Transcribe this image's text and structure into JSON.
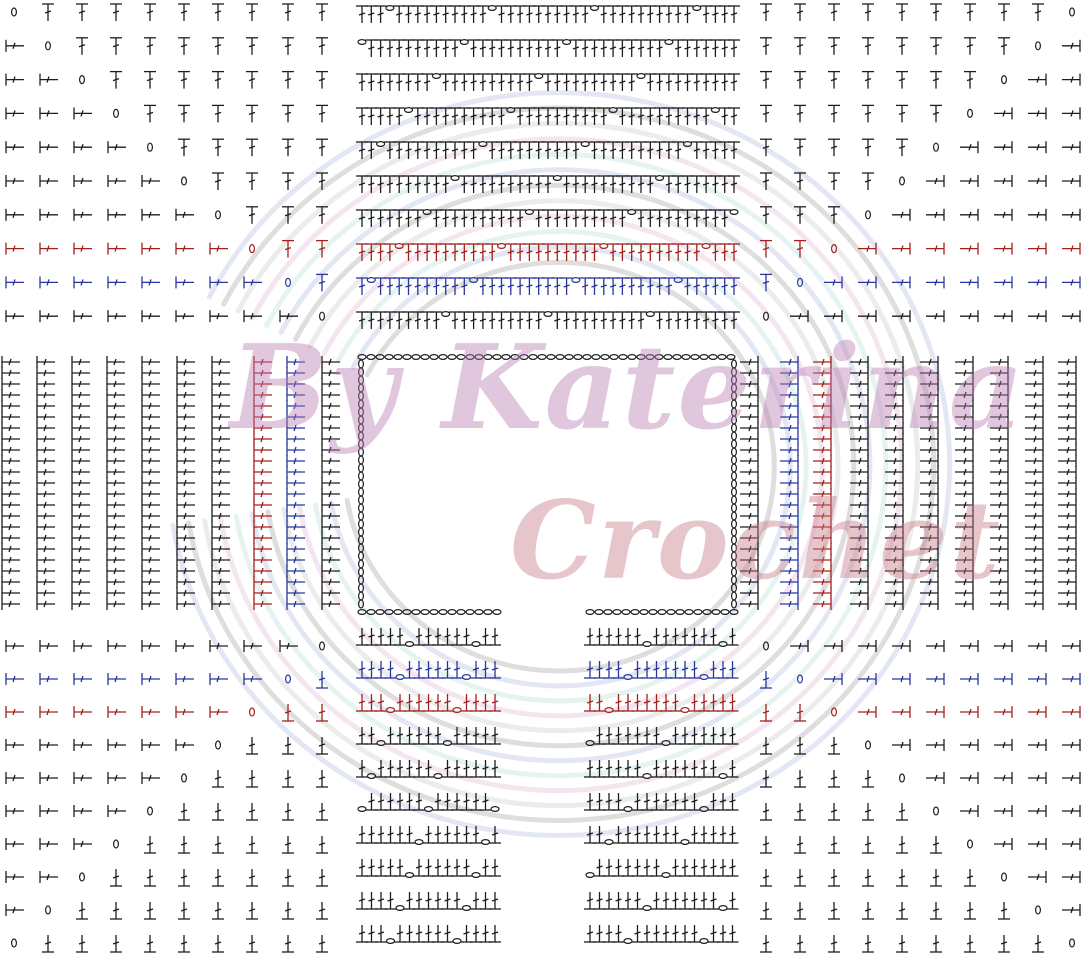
{
  "diagram": {
    "kind": "crochet stitch chart",
    "colors": {
      "ink": "#1e1e1e",
      "red": "#a3211c",
      "blue": "#28369c"
    },
    "symbols": [
      "chain-stitch",
      "single-crochet",
      "double-crochet",
      "half-double-crochet"
    ]
  },
  "watermark": {
    "line1": "By Katerina",
    "line2": "Crochet"
  }
}
